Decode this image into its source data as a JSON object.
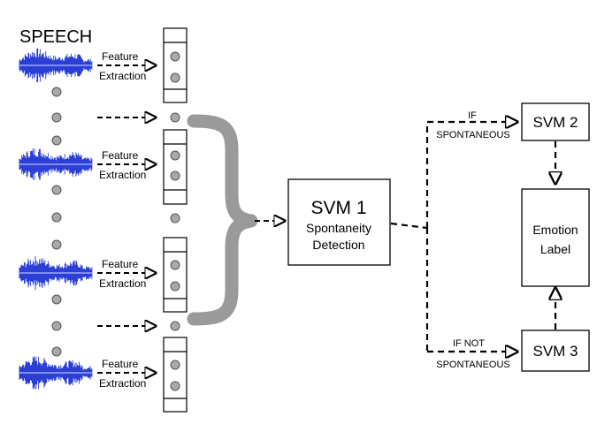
{
  "diagram": {
    "title": "SPEECH",
    "feature_label_line1": "Feature",
    "feature_label_line2": "Extraction",
    "svm1_title": "SVM 1",
    "svm1_sub1": "Spontaneity",
    "svm1_sub2": "Detection",
    "svm2_title": "SVM 2",
    "svm3_title": "SVM 3",
    "emotion_line1": "Emotion",
    "emotion_line2": "Label",
    "branch_top_line1": "IF",
    "branch_top_line2": "SPONTANEOUS",
    "branch_bottom_line1": "IF NOT",
    "branch_bottom_line2": "SPONTANEOUS"
  },
  "colors": {
    "waveform": "#2b3fd6",
    "waveform_light": "#7f8ff0",
    "brace": "#9a9a9a",
    "dot_fill": "#a9a9a9"
  }
}
